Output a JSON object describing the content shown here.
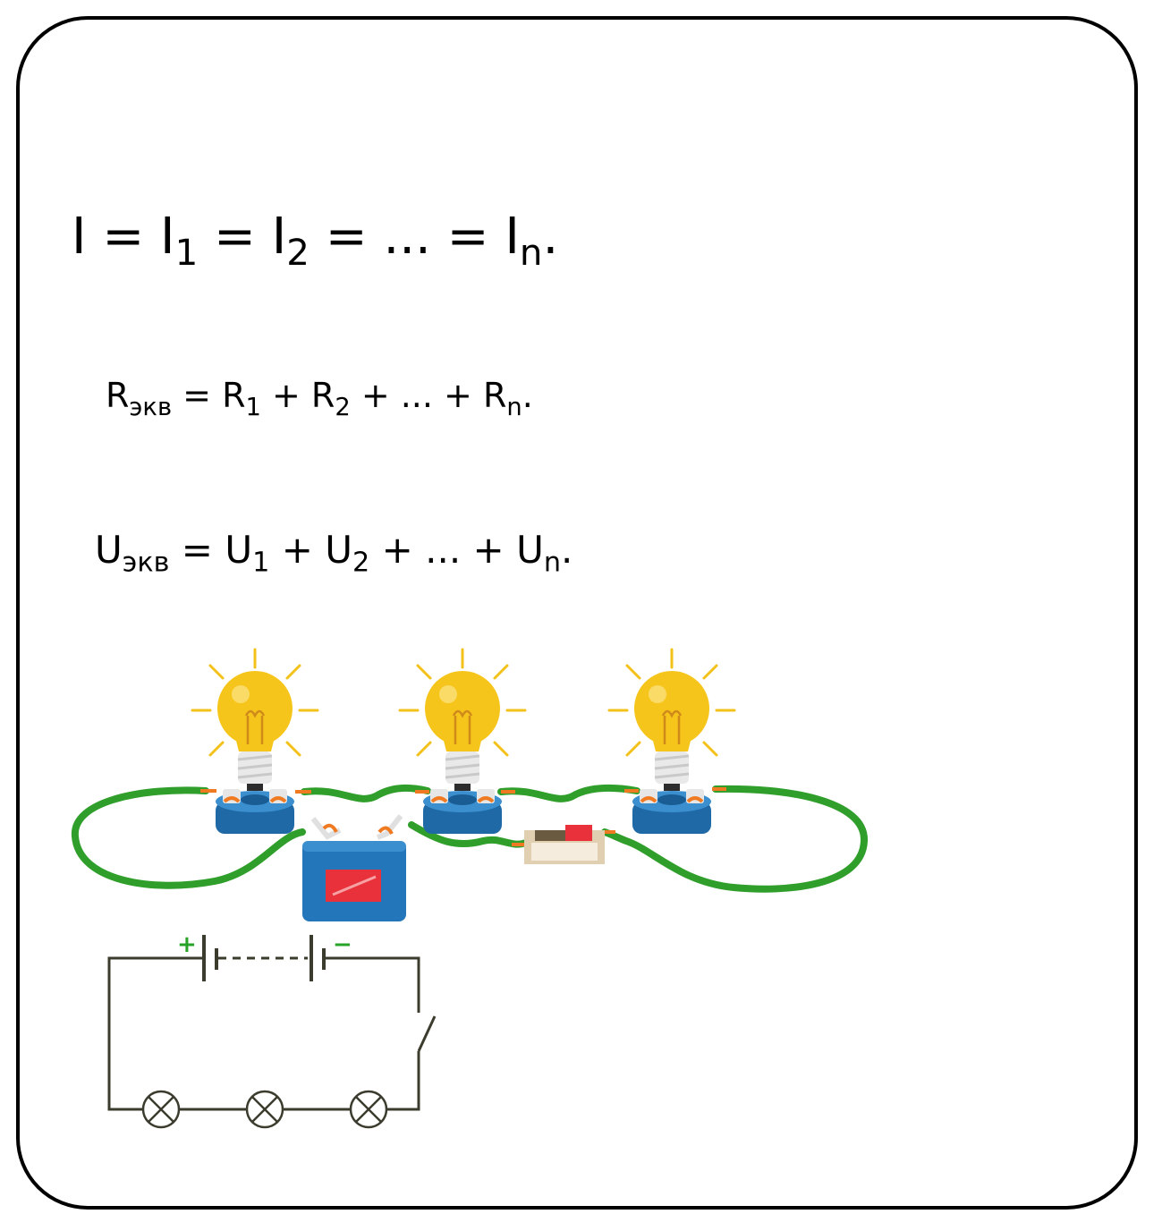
{
  "formulas": {
    "current": {
      "lhs": "I",
      "eq1": " = ",
      "t1": "I",
      "s1": "1",
      "eq2": " = ",
      "t2": "I",
      "s2": "2",
      "mid": " = ... = ",
      "tn": "I",
      "sn": "n",
      "end": "."
    },
    "resistance": {
      "lhs": "R",
      "lhs_sub": "экв",
      "eq": " = ",
      "t1": "R",
      "s1": "1",
      "p1": " + ",
      "t2": "R",
      "s2": "2",
      "mid": " + ... + ",
      "tn": "R",
      "sn": "n",
      "end": "."
    },
    "voltage": {
      "lhs": "U",
      "lhs_sub": "экв",
      "eq": " = ",
      "t1": "U",
      "s1": "1",
      "p1": " + ",
      "t2": "U",
      "s2": "2",
      "mid": " + ... + ",
      "tn": "U",
      "sn": "n",
      "end": "."
    }
  },
  "schematic": {
    "plus_sign": "+",
    "minus_sign": "−",
    "lamp_count": 3
  },
  "colors": {
    "wire": "#2f9e2a",
    "bulb": "#f6c51b",
    "ray": "#f3c21a",
    "base": "#2a78b8",
    "battery": "#2276b9",
    "battery_label": "#e8313a",
    "terminal": "#f07a22",
    "switch_body": "#e9dcc6",
    "switch_knob": "#e8313a",
    "schematic_line": "#3c3c2e",
    "plus": "#27a32a",
    "minus": "#27a32a"
  }
}
